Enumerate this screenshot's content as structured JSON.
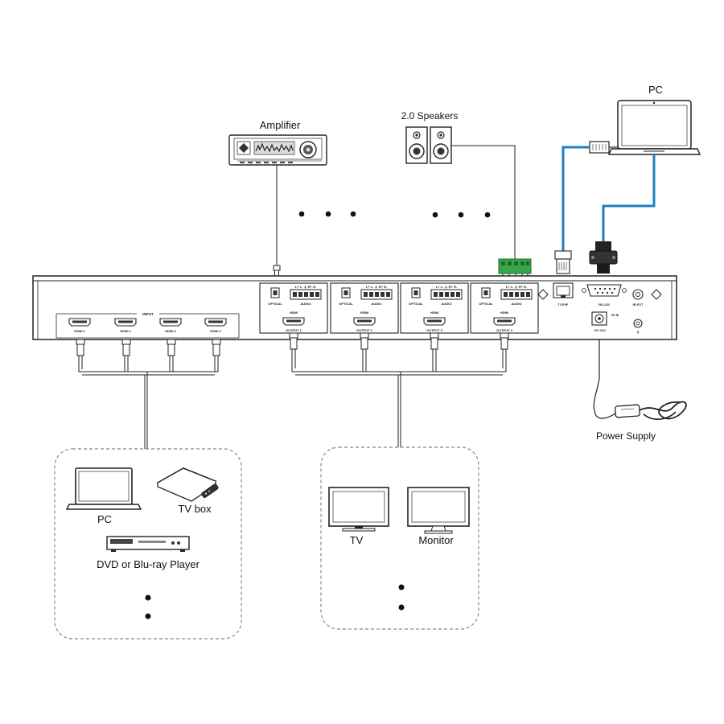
{
  "labels": {
    "amplifier": "Amplifier",
    "speakers": "2.0 Speakers",
    "pc_top": "PC",
    "power_supply": "Power Supply",
    "pc_source": "PC",
    "tv_box": "TV box",
    "dvd": "DVD or Blu-ray Player",
    "tv": "TV",
    "monitor": "Monitor"
  },
  "panel": {
    "input_title": "INPUT",
    "inputs": [
      "HDMI 1",
      "HDMI 2",
      "HDMI 3",
      "HDMI 4"
    ],
    "outputs": [
      {
        "optical": "OPTICAL",
        "audio": "AUDIO",
        "hdmi": "HDMI",
        "name": "OUTPUT 1",
        "pins": "L+  L-  ⏚  R+  R-"
      },
      {
        "optical": "OPTICAL",
        "audio": "AUDIO",
        "hdmi": "HDMI",
        "name": "OUTPUT 2",
        "pins": "L+  L-  ⏚  R+  R-"
      },
      {
        "optical": "OPTICAL",
        "audio": "AUDIO",
        "hdmi": "HDMI",
        "name": "OUTPUT 3",
        "pins": "L+  L-  ⏚  R+  R-"
      },
      {
        "optical": "OPTICAL",
        "audio": "AUDIO",
        "hdmi": "HDMI",
        "name": "OUTPUT 4",
        "pins": "L+  L-  ⏚  R+  R-"
      }
    ],
    "tcpip": "TCP/IP",
    "rs232": "RS-232",
    "irext": "IR EXT",
    "dc": "DC 24V"
  },
  "colors": {
    "stroke": "#222222",
    "cable_blue": "#1f7fc2",
    "terminal_green": "#3aa64a",
    "dash": "#888888"
  }
}
